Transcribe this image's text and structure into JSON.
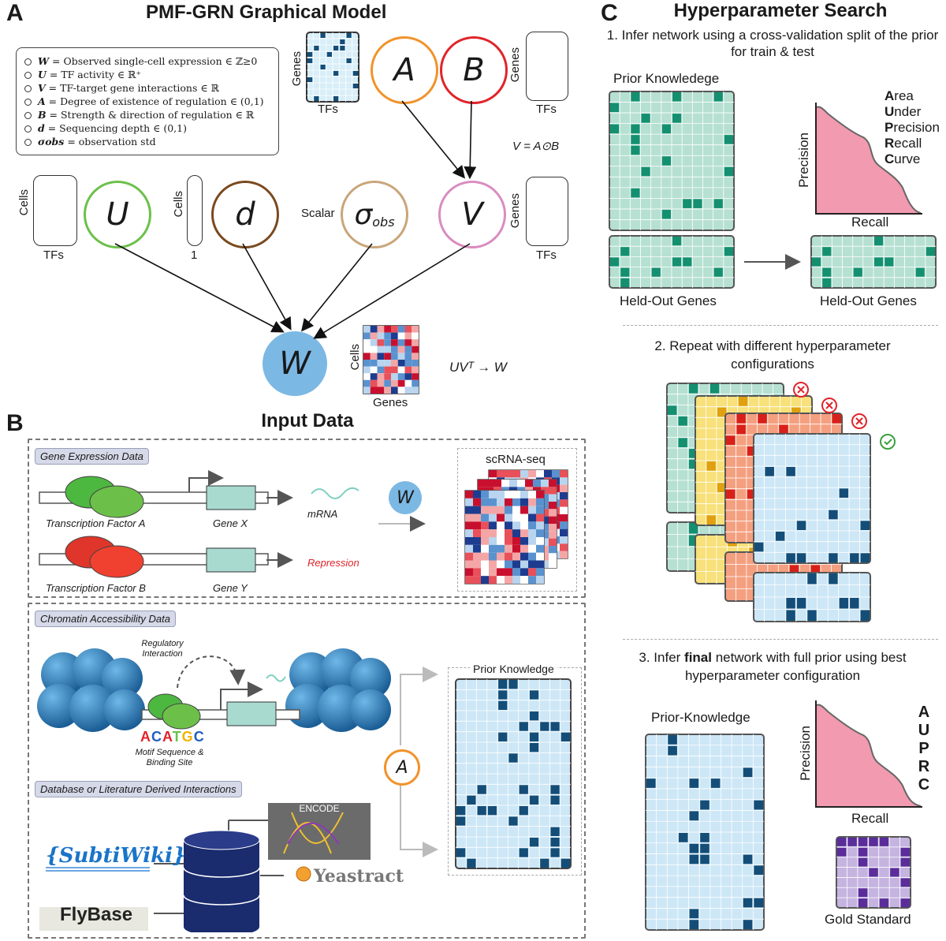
{
  "panel_a": {
    "letter": "A",
    "title": "PMF-GRN Graphical Model",
    "legend": [
      {
        "sym": "W",
        "desc": " = Observed single-cell expression ∈ ℤ≥0"
      },
      {
        "sym": "U",
        "desc": " = TF activity ∈ ℝ⁺"
      },
      {
        "sym": "V",
        "desc": " = TF-target gene interactions ∈ ℝ"
      },
      {
        "sym": "A",
        "desc": " = Degree of existence of regulation ∈ (0,1)"
      },
      {
        "sym": "B",
        "desc": " = Strength & direction of regulation ∈ ℝ"
      },
      {
        "sym": "d",
        "desc": " = Sequencing depth ∈ (0,1)"
      },
      {
        "sym": "σobs",
        "desc": " = observation std"
      }
    ],
    "nodes": {
      "A": "A",
      "B": "B",
      "U": "U",
      "d": "d",
      "sigma": "σ",
      "sigma_sub": "obs",
      "V": "V",
      "W": "W"
    },
    "labels": {
      "genes": "Genes",
      "tfs": "TFs",
      "cells": "Cells",
      "one": "1",
      "scalar": "Scalar",
      "v_eq": "V = A⊙B",
      "uvt": "UVᵀ → W"
    },
    "colors": {
      "A": "#f0932b",
      "B": "#e0242a",
      "U": "#6cc04a",
      "d": "#7a4a1e",
      "sigma": "#c9a57a",
      "V": "#d98cc0",
      "W": "#7cb8e4"
    }
  },
  "panel_b": {
    "letter": "B",
    "title": "Input Data",
    "gene_expr_tag": "Gene Expression Data",
    "tf_a": "Transcription Factor A",
    "tf_b": "Transcription Factor B",
    "gene_x": "Gene X",
    "gene_y": "Gene Y",
    "mrna": "mRNA",
    "repression": "Repression",
    "w_node": "W",
    "scrna_label": "scRNA-seq",
    "chromatin_tag": "Chromatin Accessibility Data",
    "regulatory_interaction": "Regulatory Interaction",
    "motif_letters": [
      "A",
      "C",
      "A",
      "T",
      "G",
      "C"
    ],
    "motif_colors": [
      "#e0242a",
      "#1f5fbf",
      "#e0242a",
      "#6cc04a",
      "#f0b400",
      "#1f5fbf"
    ],
    "motif_caption": "Motif Sequence & Binding Site",
    "database_tag": "Database or Literature Derived Interactions",
    "encode": "ENCODE",
    "subtiwiki": "SubtiWiki",
    "yeastract": "Yeastract",
    "flybase": "FlyBase",
    "a_node": "A",
    "prior_label": "Prior Knowledge"
  },
  "panel_c": {
    "letter": "C",
    "title": "Hyperparameter Search",
    "step1": "1.  Infer network using a cross-validation split of the prior for train & test",
    "prior_label": "Prior Knowledege",
    "aupr_letters": [
      {
        "bold": "A",
        "rest": "rea"
      },
      {
        "bold": "U",
        "rest": "nder"
      },
      {
        "bold": "P",
        "rest": "recision"
      },
      {
        "bold": "R",
        "rest": "ecall"
      },
      {
        "bold": "C",
        "rest": "urve"
      }
    ],
    "precision": "Precision",
    "recall": "Recall",
    "held_out": "Held-Out Genes",
    "step2": "2.   Repeat with different hyperparameter configurations",
    "step3_pre": "3. Infer ",
    "step3_bold": "final",
    "step3_post": " network with full prior using best hyperparameter configuration",
    "prior_label2": "Prior-Knowledge",
    "auprc_vertical": [
      "A",
      "U",
      "P",
      "R",
      "C"
    ],
    "gold": "Gold Standard"
  }
}
